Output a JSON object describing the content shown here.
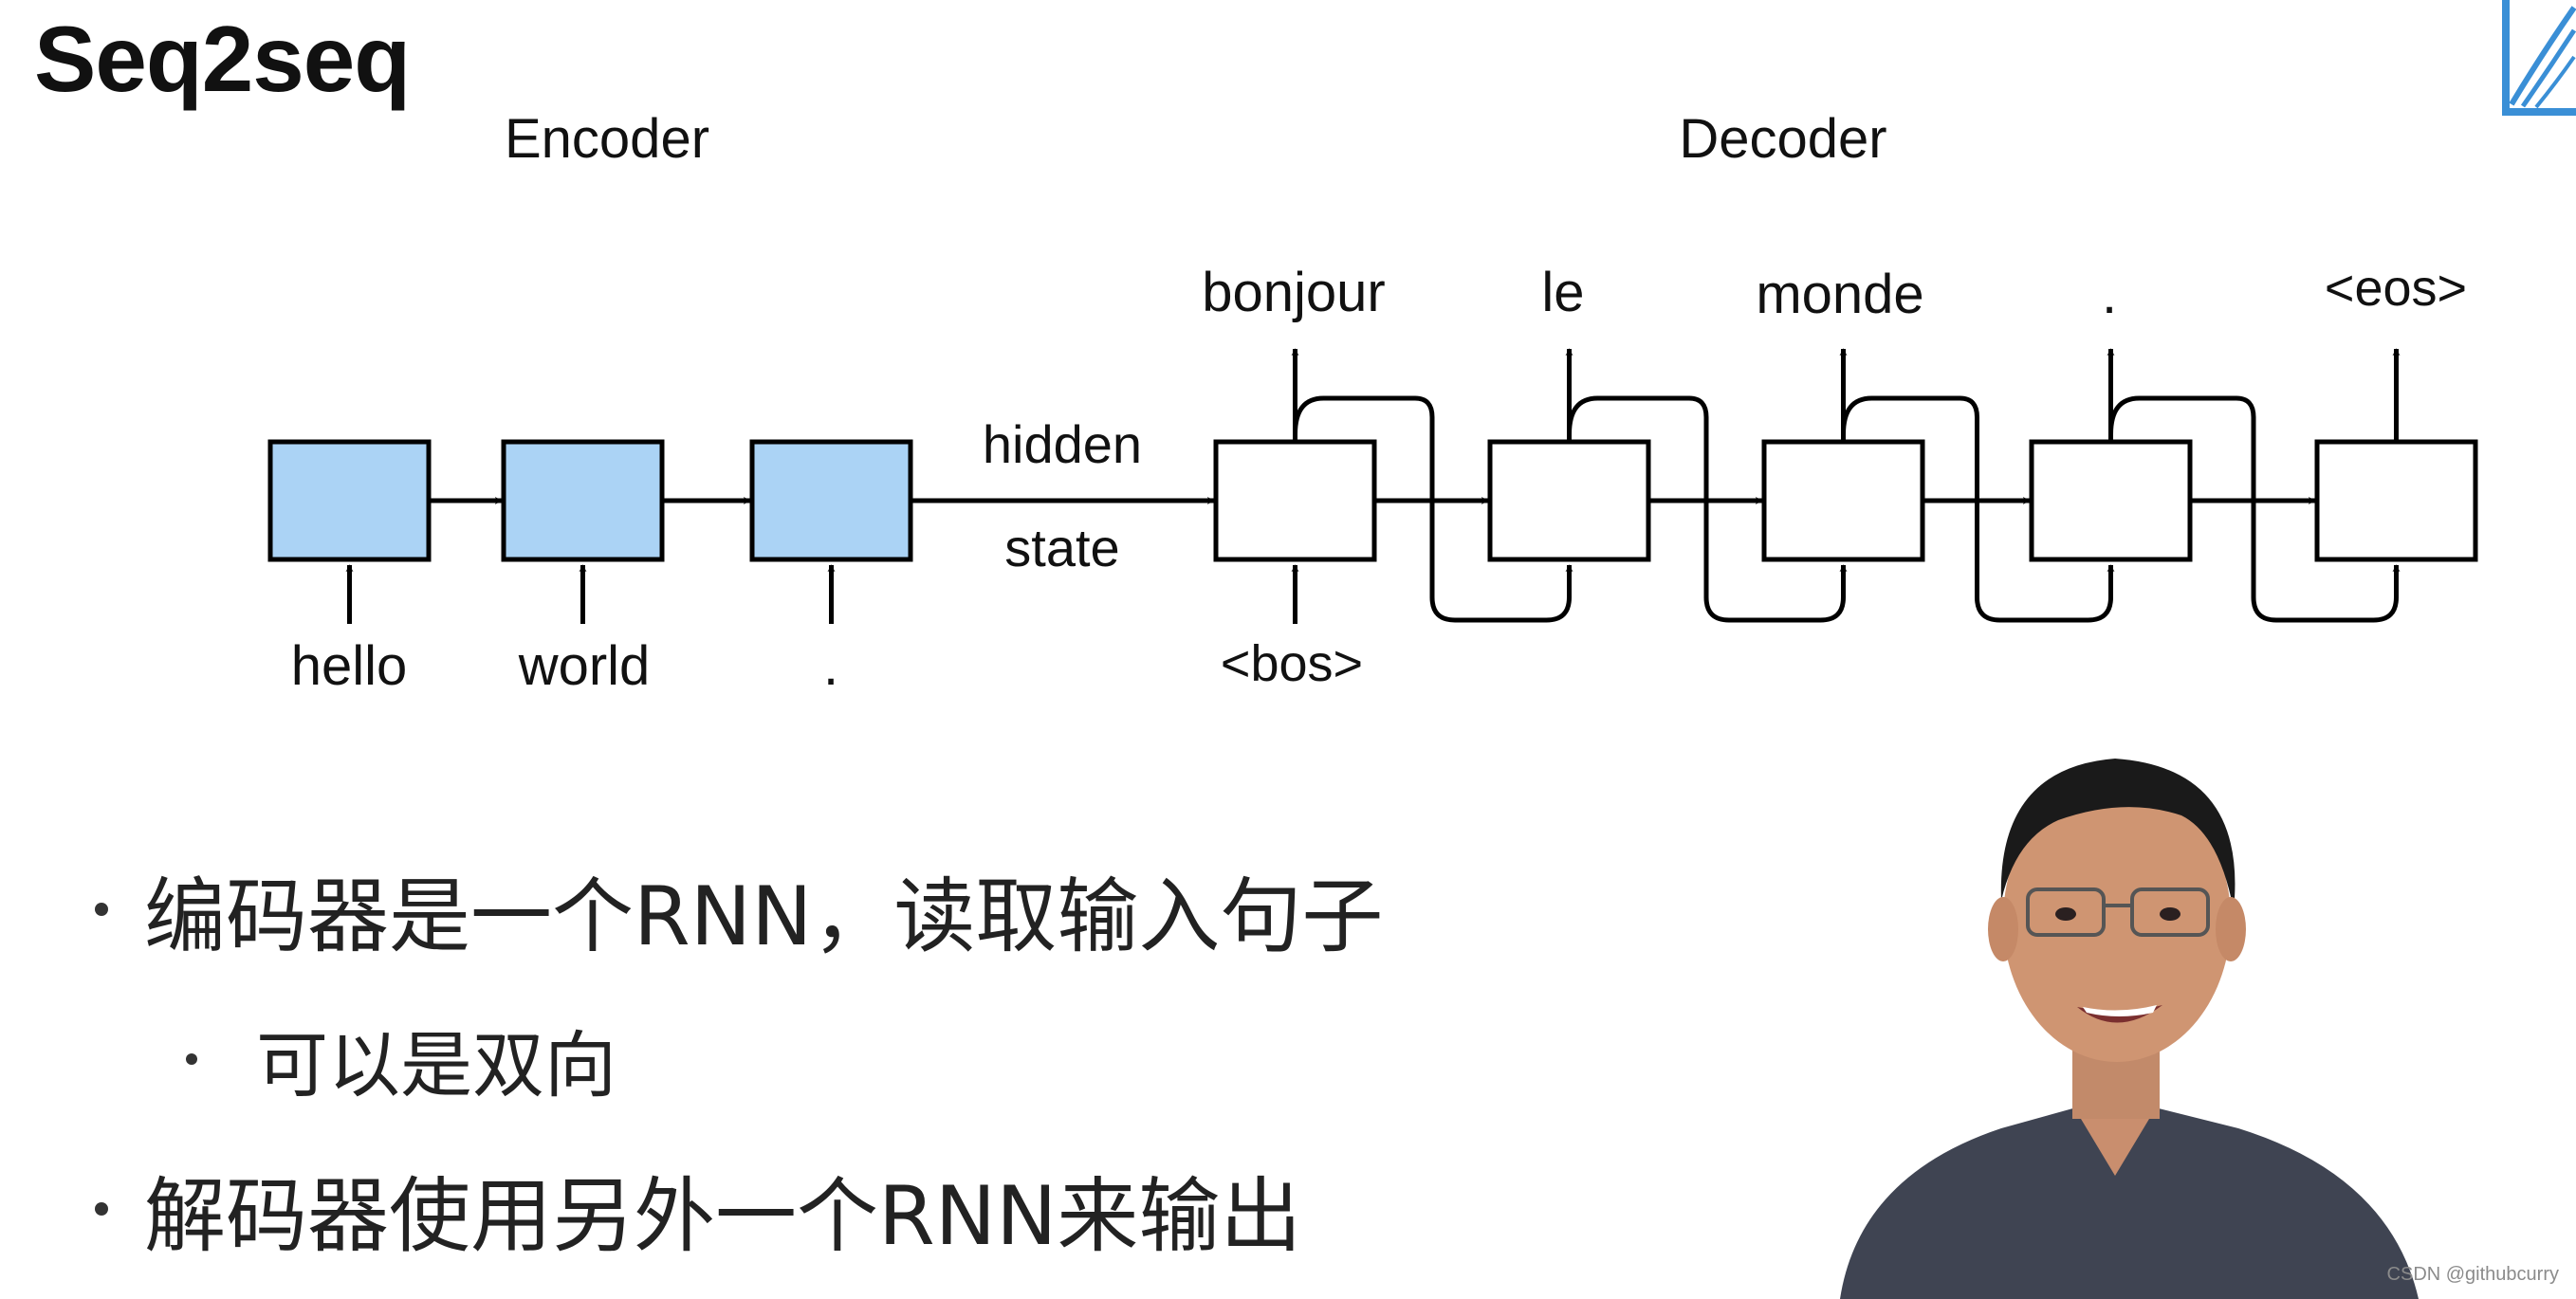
{
  "slide": {
    "title": "Seq2seq",
    "bullets": [
      {
        "text": "编码器是一个RNN，读取输入句子",
        "level": 1
      },
      {
        "text": "可以是双向",
        "level": 2
      },
      {
        "text": "解码器使用另外一个RNN来输出",
        "level": 1
      }
    ],
    "brand_text": "",
    "watermark": "CSDN @githubcurry"
  },
  "diagram": {
    "encoder_label": "Encoder",
    "decoder_label": "Decoder",
    "encoder_inputs": [
      "hello",
      "world",
      "."
    ],
    "hidden_state_label": [
      "hidden",
      "state"
    ],
    "decoder_first_input": "<bos>",
    "decoder_outputs": [
      "bonjour",
      "le",
      "monde",
      ".",
      "<eos>"
    ],
    "colors": {
      "encoder_cell_fill": "#abd3f5",
      "decoder_cell_fill": "#ffffff",
      "stroke": "#000000"
    }
  },
  "icons": {
    "logo": "bilibili-logo-icon",
    "presenter": "presenter-video-overlay"
  }
}
